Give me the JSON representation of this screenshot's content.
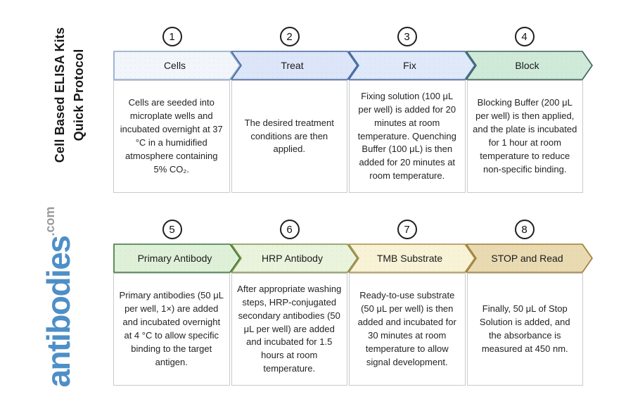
{
  "sidebar": {
    "title_line1": "Cell Based ELISA Kits",
    "title_line2": "Quick Protocol",
    "brand": "antibodies",
    "brand_tld": ".com",
    "brand_color": "#4E8FC7",
    "tld_color": "#9B9B9B"
  },
  "rows": [
    {
      "steps": [
        {
          "number": "1",
          "label": "Cells",
          "fill": "#F2F6FB",
          "stroke": "#8AA4C6",
          "description": "Cells are seeded into microplate wells and incubated overnight at 37 °C in a humidified atmosphere containing 5% CO₂."
        },
        {
          "number": "2",
          "label": "Treat",
          "fill": "#DDE5F8",
          "stroke": "#44699F",
          "description": "The desired treatment conditions are then applied."
        },
        {
          "number": "3",
          "label": "Fix",
          "fill": "#DFE9FA",
          "stroke": "#44699F",
          "description": "Fixing solution (100 μL per well) is added for 20 minutes at room temperature. Quenching Buffer (100 μL) is then added for 20 minutes at room temperature."
        },
        {
          "number": "4",
          "label": "Block",
          "fill": "#CFEAD9",
          "stroke": "#3A6359",
          "description": "Blocking Buffer (200 μL per well) is then applied, and the plate is incubated for 1 hour at room temperature to reduce non-specific binding."
        }
      ]
    },
    {
      "steps": [
        {
          "number": "5",
          "label": "Primary Antibody",
          "fill": "#DFF0D8",
          "stroke": "#3C7337",
          "description": "Primary antibodies (50 μL per well, 1×) are added and incubated overnight at 4 °C to allow specific binding to the target antigen."
        },
        {
          "number": "6",
          "label": "HRP Antibody",
          "fill": "#EAF3DC",
          "stroke": "#7F9149",
          "description": "After appropriate washing steps, HRP-conjugated secondary antibodies (50 μL per well) are added and incubated for 1.5 hours at room temperature."
        },
        {
          "number": "7",
          "label": "TMB Substrate",
          "fill": "#F8F3D6",
          "stroke": "#AD8C47",
          "description": "Ready-to-use substrate (50 μL per well) is then added and incubated for 30 minutes at room temperature to allow signal development."
        },
        {
          "number": "8",
          "label": "STOP and Read",
          "fill": "#E9DAB2",
          "stroke": "#9C7C34",
          "description": "Finally, 50 μL of Stop Solution is added, and the absorbance is measured at 450 nm."
        }
      ]
    }
  ]
}
